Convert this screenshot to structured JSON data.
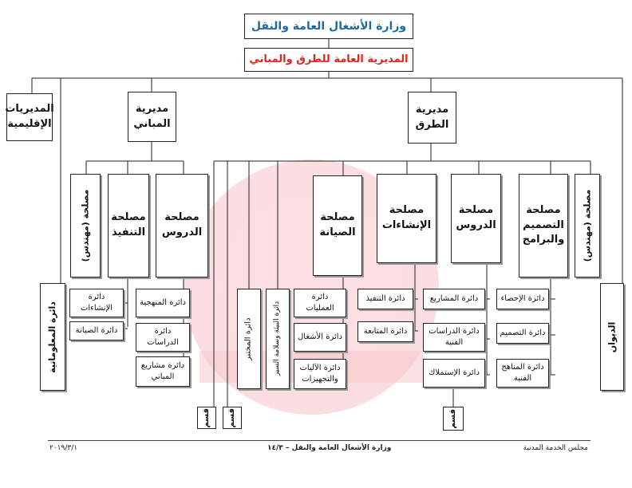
{
  "header": {
    "ministry": "وزارة الأشغال العامة والنقل",
    "directorate": "المديرية العامة للطرق والمباني"
  },
  "branches": {
    "regional": "المديريات الإقليمية",
    "buildings": "مديرية المباني",
    "roads": "مديرية الطرق"
  },
  "buildings_units": {
    "engineer": "مصلحة (مهندس)",
    "execution": "مصلحة التنفيذ",
    "studies": "مصلحة الدروس"
  },
  "roads_units": {
    "maintenance": "مصلحة الصيانة",
    "construction": "مصلحة الإنشاءات",
    "studies": "مصلحة الدروس",
    "design": "مصلحة التصميم والبرامج",
    "engineer": "مصلحة (مهندس)"
  },
  "departments": {
    "informatics": "دائرة المعلوماتية",
    "b_constructions": "دائرة الإنشاءات",
    "b_maintenance": "دائرة الصيانة",
    "b_methodology": "دائرة المنهجية",
    "b_studies": "دائرة الدراسات",
    "b_projects": "دائرة مشاريع المباني",
    "lab": "دائرة المختبر",
    "environment": "دائرة البيئة وسلامة السير",
    "operations": "دائرة العمليات",
    "works": "دائرة الأشغال",
    "machinery": "دائرة الآليات والتجهيزات",
    "execution": "دائرة التنفيذ",
    "followup": "دائرة المتابعة",
    "projects": "دائرة المشاريع",
    "tech_studies": "دائرة الدراسات الفنية",
    "expropriation": "دائرة الإستملاك",
    "statistics": "دائرة الإحصاء",
    "design": "دائرة التصميم",
    "curricula": "دائرة المناهج الفنية",
    "diwan": "الديوان"
  },
  "sections": {
    "q1": "قسم",
    "q2": "قسم",
    "q3": "قسم"
  },
  "footer": {
    "left": "٢٠١٩/٣/١",
    "center": "وزارة الأشغال العامة والنقل – ١٤/٣",
    "right": "مجلس الخدمة المدنية"
  },
  "colors": {
    "title": "#1f6aa0",
    "subtitle": "#e2241c",
    "watermark": "#f6c3c8"
  }
}
